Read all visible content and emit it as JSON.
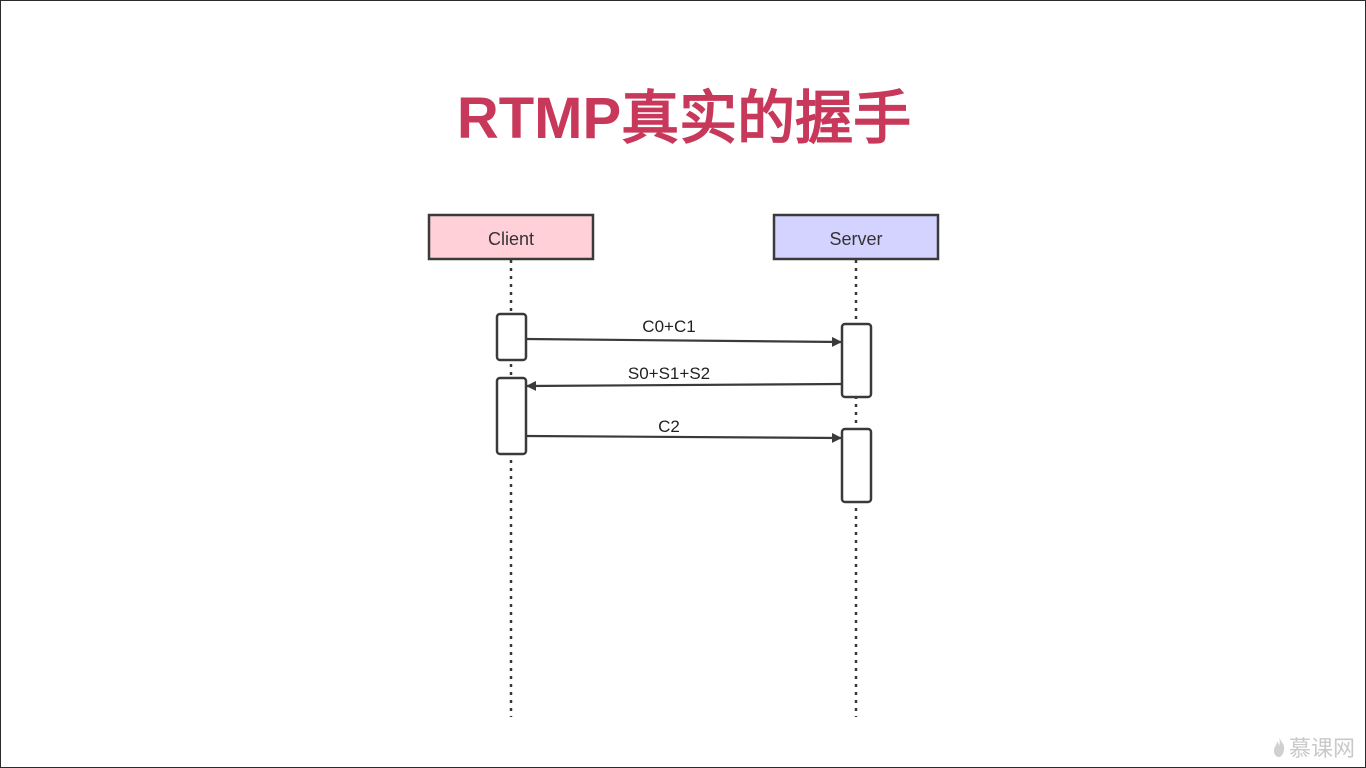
{
  "title": "RTMP真实的握手",
  "participants": {
    "client": {
      "label": "Client",
      "fill": "#ffd0d8"
    },
    "server": {
      "label": "Server",
      "fill": "#d4d2ff"
    }
  },
  "messages": [
    {
      "from": "client",
      "to": "server",
      "label": "C0+C1"
    },
    {
      "from": "server",
      "to": "client",
      "label": "S0+S1+S2"
    },
    {
      "from": "client",
      "to": "server",
      "label": "C2"
    }
  ],
  "watermark": "慕课网",
  "colors": {
    "title": "#c8385a",
    "line": "#3a3a3a"
  }
}
